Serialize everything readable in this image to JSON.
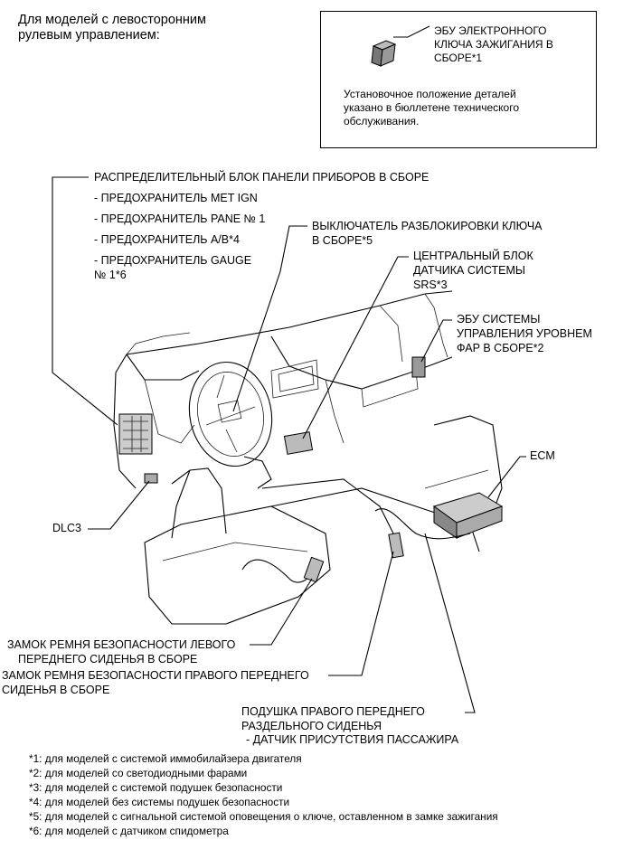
{
  "header": {
    "line1": "Для моделей с левосторонним",
    "line2": "рулевым управлением:"
  },
  "legend_box": {
    "icon": "ecu-module-icon",
    "ecu_label_line1": "ЭБУ ЭЛЕКТРОННОГО",
    "ecu_label_line2": "КЛЮЧА ЗАЖИГАНИЯ В",
    "ecu_label_line3": "СБОРЕ*1",
    "note_line1": "Установочное положение деталей",
    "note_line2": "указано в бюллетене технического",
    "note_line3": "обслуживания."
  },
  "callouts": {
    "junction_block": {
      "title": "РАСПРЕДЕЛИТЕЛЬНЫЙ БЛОК ПАНЕЛИ ПРИБОРОВ В СБОРЕ",
      "fuse1": "- ПРЕДОХРАНИТЕЛЬ MET IGN",
      "fuse2": "- ПРЕДОХРАНИТЕЛЬ PANE № 1",
      "fuse3": "- ПРЕДОХРАНИТЕЛЬ A/B*4",
      "fuse4_line1": "- ПРЕДОХРАНИТЕЛЬ GAUGE",
      "fuse4_line2": "№ 1*6"
    },
    "key_unlock_switch": {
      "line1": "ВЫКЛЮЧАТЕЛЬ РАЗБЛОКИРОВКИ КЛЮЧА",
      "line2": "В СБОРЕ*5"
    },
    "srs_sensor": {
      "line1": "ЦЕНТРАЛЬНЫЙ БЛОК",
      "line2": "ДАТЧИКА СИСТЕМЫ",
      "line3": "SRS*3"
    },
    "headlight_ecu": {
      "line1": "ЭБУ СИСТЕМЫ",
      "line2": "УПРАВЛЕНИЯ УРОВНЕМ",
      "line3": "ФАР В СБОРЕ*2"
    },
    "ecm": {
      "label": "ECM"
    },
    "dlc3": {
      "label": "DLC3"
    },
    "left_buckle": {
      "line1": "ЗАМОК РЕМНЯ БЕЗОПАСНОСТИ ЛЕВОГО",
      "line2": "ПЕРЕДНЕГО СИДЕНЬЯ В СБОРЕ"
    },
    "right_buckle": {
      "line1": "ЗАМОК РЕМНЯ БЕЗОПАСНОСТИ ПРАВОГО ПЕРЕДНЕГО",
      "line2": "СИДЕНЬЯ В СБОРЕ"
    },
    "cushion": {
      "line1": "ПОДУШКА ПРАВОГО ПЕРЕДНЕГО",
      "line2": "РАЗДЕЛЬНОГО СИДЕНЬЯ",
      "line3": "- ДАТЧИК ПРИСУТСТВИЯ ПАССАЖИРА"
    }
  },
  "footnotes": [
    "*1: для моделей с системой иммобилайзера двигателя",
    "*2: для моделей со светодиодными фарами",
    "*3: для моделей с системой подушек безопасности",
    "*4: для моделей без системы подушек безопасности",
    "*5: для моделей с сигнальной системой оповещения о ключе, оставленном в замке зажигания",
    "*6: для моделей с датчиком спидометра"
  ]
}
